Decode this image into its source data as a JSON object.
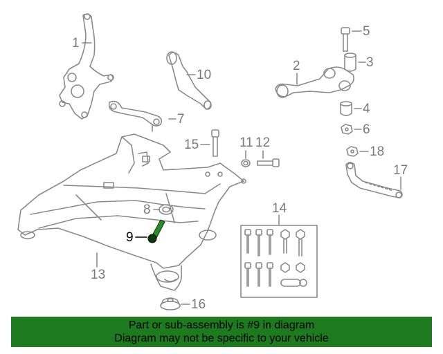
{
  "callouts": {
    "c1": "1",
    "c2": "2",
    "c3": "3",
    "c4": "4",
    "c5": "5",
    "c6": "6",
    "c7": "7",
    "c8": "8",
    "c9": "9",
    "c10": "10",
    "c11": "11",
    "c12": "12",
    "c13": "13",
    "c14": "14",
    "c15": "15",
    "c16": "16",
    "c17": "17",
    "c18": "18"
  },
  "banner": {
    "line1": "Part or sub-assembly is #9 in diagram",
    "line2": "Diagram may not be specific to your vehicle"
  },
  "colors": {
    "banner_bg": "#1e7a1e",
    "line_gray": "#8a8a8a",
    "highlight_part": "#2d8a2d",
    "highlight_text": "#000000"
  }
}
